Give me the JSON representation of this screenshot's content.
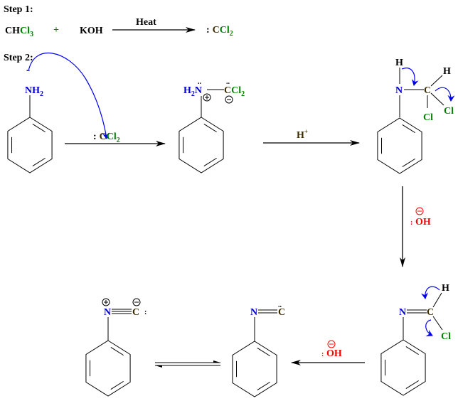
{
  "step1": {
    "title": "Step 1:",
    "reactant1_main": "CH",
    "reactant1_cl": "Cl",
    "reactant1_sub": "3",
    "plus": "+",
    "reactant2": "KOH",
    "condition": "Heat",
    "product_lonepair": ":",
    "product_c": "C",
    "product_cl": "Cl",
    "product_sub": "2"
  },
  "step2": {
    "title": "Step 2:",
    "aniline": {
      "n": "NH",
      "sub": "2",
      "lonepair": ".."
    },
    "reagent1": {
      "lonepair": ":",
      "c": "C",
      "cl": "Cl",
      "sub": "2"
    },
    "intermediate1": {
      "h": "H",
      "hsub": "2",
      "n": "N",
      "c": "C",
      "cl": "Cl",
      "clsub": "2",
      "plus": "+",
      "minus": "−"
    },
    "reagent2": {
      "main": "H",
      "sup": "+"
    },
    "intermediate2": {
      "h_n": "H",
      "n": "N",
      "c": "C",
      "h_c": "H",
      "cl1": "Cl",
      "cl2": "Cl"
    },
    "reagent3": {
      "lonepair": ":",
      "charge": "−",
      "text": "OH"
    },
    "intermediate3": {
      "n": "N",
      "c": "C",
      "h": "H",
      "cl": "Cl"
    },
    "reagent4": {
      "lonepair": ":",
      "charge": "−",
      "text": "OH"
    },
    "product": {
      "n": "N",
      "c": "C",
      "lonepair": ".."
    },
    "resonance": {
      "n": "N",
      "c": "C",
      "plus": "+",
      "minus": "−",
      "lonepair": ":"
    }
  },
  "colors": {
    "nitrogen": "#0000cc",
    "chlorine": "#008000",
    "hydroxide": "#ff0000",
    "curved_arrow": "#0000ee",
    "carbon": "#3a2a00"
  }
}
